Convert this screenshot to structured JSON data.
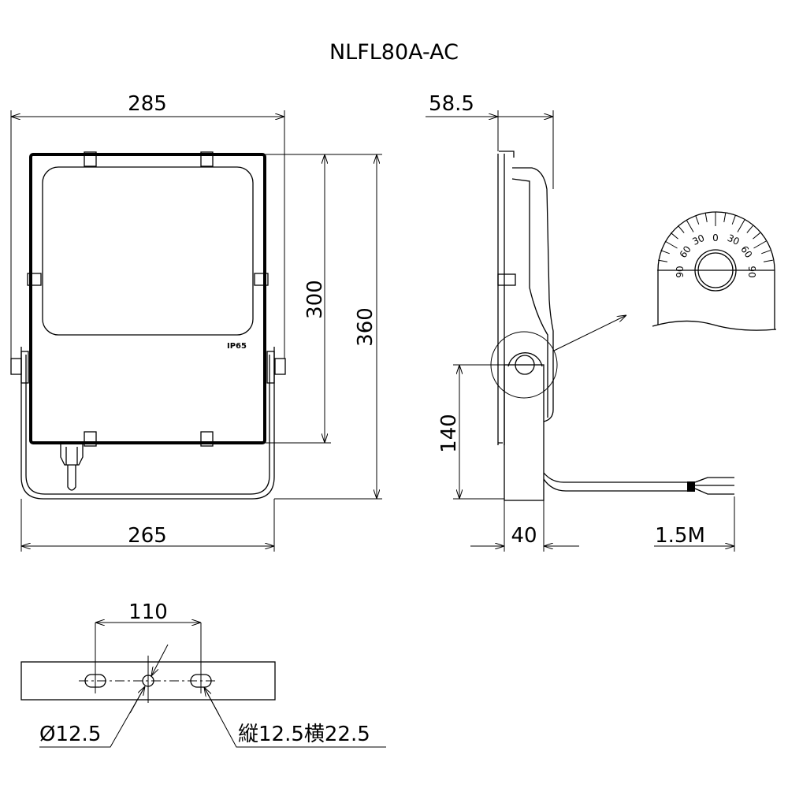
{
  "title": "NLFL80A-AC",
  "front_view": {
    "label_ip": "IP65",
    "dim_width_top": "285",
    "dim_height_body": "300",
    "dim_height_total": "360",
    "dim_width_bottom": "265"
  },
  "side_view": {
    "dim_depth": "58.5",
    "dim_mount_height": "140",
    "dim_bracket_depth": "40",
    "dim_cable_length": "1.5M"
  },
  "detail_dial": {
    "labels_left": [
      "90",
      "60",
      "30"
    ],
    "label_center": "0",
    "labels_right": [
      "30",
      "60",
      "90"
    ]
  },
  "bracket_view": {
    "dim_hole_spacing": "110",
    "round_hole_label": "Ø12.5",
    "slot_hole_label": "縦12.5横22.5"
  }
}
